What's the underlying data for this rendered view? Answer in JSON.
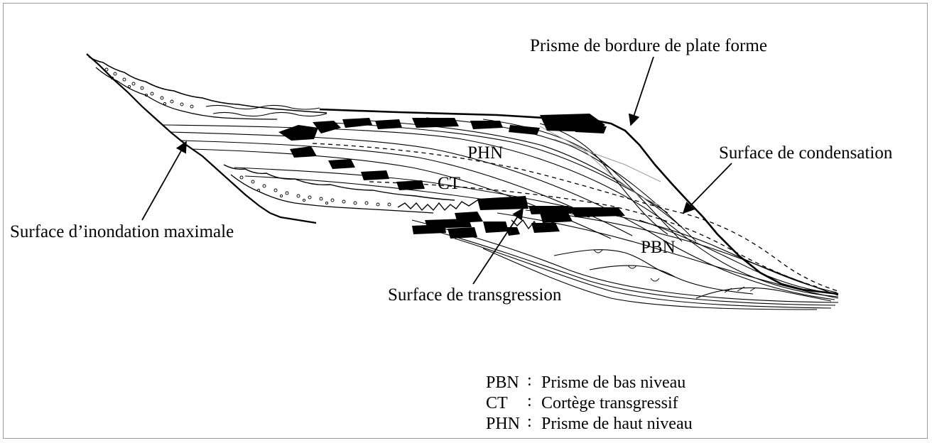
{
  "labels": {
    "platform_margin": "Prisme de bordure de plate forme",
    "condensation": "Surface de condensation",
    "max_flooding": "Surface d’inondation maximale",
    "transgression": "Surface de transgression",
    "phn": "PHN",
    "ct": "CT",
    "pbn": "PBN"
  },
  "legend": [
    {
      "abbr": "PBN",
      "sep": ":",
      "text": "Prisme de bas niveau"
    },
    {
      "abbr": "CT",
      "sep": ":",
      "text": "Cortège transgressif"
    },
    {
      "abbr": "PHN",
      "sep": ":",
      "text": "Prisme de haut niveau"
    }
  ],
  "colors": {
    "ink": "#000000",
    "frame": "#9a9a9a",
    "faint": "#9a9a9a"
  }
}
